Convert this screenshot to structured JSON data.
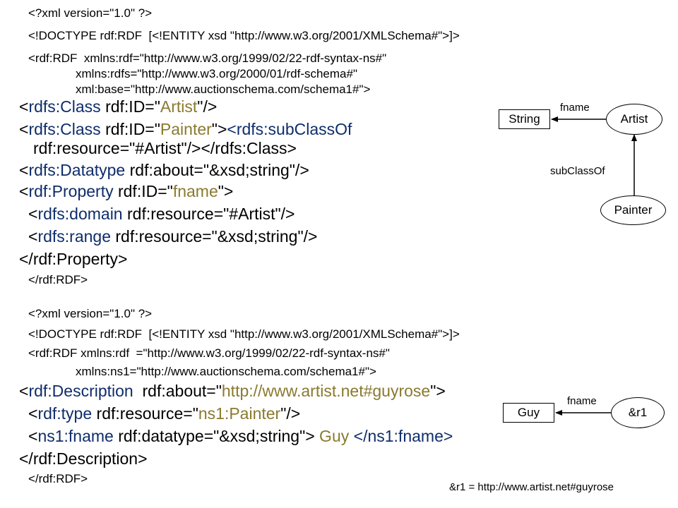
{
  "code1": {
    "l1": "<?xml version=\"1.0\" ?>",
    "l2": "<!DOCTYPE rdf:RDF  [<!ENTITY xsd \"http://www.w3.org/2001/XMLSchema#\">]>",
    "l3": "<rdf:RDF  xmlns:rdf=\"http://www.w3.org/1999/02/22-rdf-syntax-ns#\"",
    "l4": "xmlns:rdfs=\"http://www.w3.org/2000/01/rdf-schema#\"",
    "l5": "xml:base=\"http://www.auctionschema.com/schema1#\">",
    "class1": {
      "open": "<",
      "tag": "rdfs:Class",
      "mid": " rdf:ID=\"",
      "val": "Artist",
      "close": "\"/>"
    },
    "class2": {
      "open": "<",
      "tag": "rdfs:Class",
      "mid": " rdf:ID=\"",
      "val": "Painter",
      "close": "\">",
      "sub": "<rdfs:subClassOf"
    },
    "class2b": {
      "text": "rdf:resource=\"#Artist\"/></rdfs:Class>"
    },
    "datatype": {
      "open": "<",
      "tag": "rdfs:Datatype",
      "rest": " rdf:about=\"&xsd;string\"/>"
    },
    "property": {
      "open": "<",
      "tag": "rdf:Property",
      "mid": " rdf:ID=\"",
      "val": "fname",
      "close": "\">"
    },
    "domain": {
      "open": "<",
      "tag": "rdfs:domain",
      "rest": " rdf:resource=\"#Artist\"/>"
    },
    "range": {
      "open": "<",
      "tag": "rdfs:range",
      "rest": " rdf:resource=\"&xsd;string\"/>"
    },
    "prop_close": "</rdf:Property>",
    "rdf_close": "</rdf:RDF>"
  },
  "code2": {
    "l1": "<?xml version=\"1.0\" ?>",
    "l2": "<!DOCTYPE rdf:RDF  [<!ENTITY xsd \"http://www.w3.org/2001/XMLSchema#\">]>",
    "l3": "<rdf:RDF xmlns:rdf  =\"http://www.w3.org/1999/02/22-rdf-syntax-ns#\"",
    "l4": "xmlns:ns1=\"http://www.auctionschema.com/schema1#\">",
    "desc": {
      "open": "<",
      "tag": "rdf:Description",
      "mid": "  rdf:about=\"",
      "val": "http://www.artist.net#guyrose",
      "close": "\">"
    },
    "type": {
      "open": "<",
      "tag": "rdf:type",
      "mid": " rdf:resource=\"",
      "val": "ns1:Painter",
      "close": "\"/>"
    },
    "fname": {
      "open": "<",
      "tag": "ns1:fname",
      "mid": " rdf:datatype=\"&xsd;string\">",
      "val": " Guy ",
      "close": "</ns1:fname>"
    },
    "desc_close": "</rdf:Description>",
    "rdf_close": "</rdf:RDF>"
  },
  "diagram1": {
    "string_node": "String",
    "artist_node": "Artist",
    "painter_node": "Painter",
    "fname_label": "fname",
    "subclass_label": "subClassOf"
  },
  "diagram2": {
    "guy_node": "Guy",
    "r1_node": "&r1",
    "fname_label": "fname",
    "footnote": "&r1 = http://www.artist.net#guyrose"
  },
  "colors": {
    "tag": "#0f2d6b",
    "value": "#8a7a2e"
  }
}
